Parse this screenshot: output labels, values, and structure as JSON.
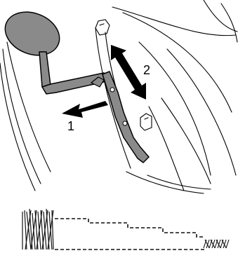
{
  "illustration": {
    "callouts": [
      {
        "label": "1"
      },
      {
        "label": "2"
      }
    ],
    "colors": {
      "line_art": "#000000",
      "seat_lever_fill": "#8a8a8a",
      "arrow_fill": "#000000",
      "background": "#ffffff"
    }
  },
  "footer": {
    "strip": "image-reference-code-strip",
    "colors": {
      "ink": "#111111"
    }
  }
}
